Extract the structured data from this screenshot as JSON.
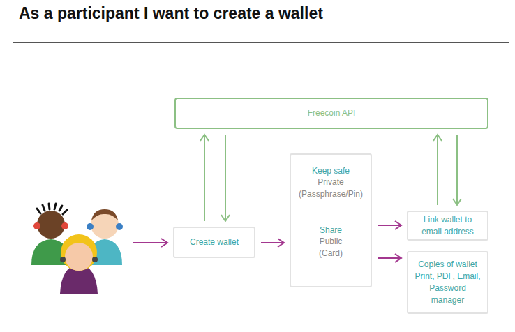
{
  "diagram": {
    "title": "As a participant I want to create a wallet",
    "nodes": [
      {
        "text": [
          "Freecoin API"
        ]
      },
      {
        "text": [
          "Create wallet"
        ]
      },
      {
        "text": [
          "Keep safe",
          "Private (Passphrase/Pin)",
          "Share",
          "Public (Card)"
        ]
      },
      {
        "text": [
          "Link wallet to email address"
        ]
      },
      {
        "text": [
          "Copies of wallet Print, PDF, Email, Password manager"
        ]
      }
    ],
    "edges": [
      {
        "from": 1,
        "to": 0,
        "arrow": "to"
      },
      {
        "from": 0,
        "to": 1,
        "arrow": "to"
      },
      {
        "from": 1,
        "to": 2,
        "arrow": "to"
      },
      {
        "from": 2,
        "to": 3,
        "arrow": "to"
      },
      {
        "from": 2,
        "to": 4,
        "arrow": "to"
      },
      {
        "from": 3,
        "to": 0,
        "arrow": "to"
      },
      {
        "from": 0,
        "to": 3,
        "arrow": "to"
      }
    ]
  }
}
